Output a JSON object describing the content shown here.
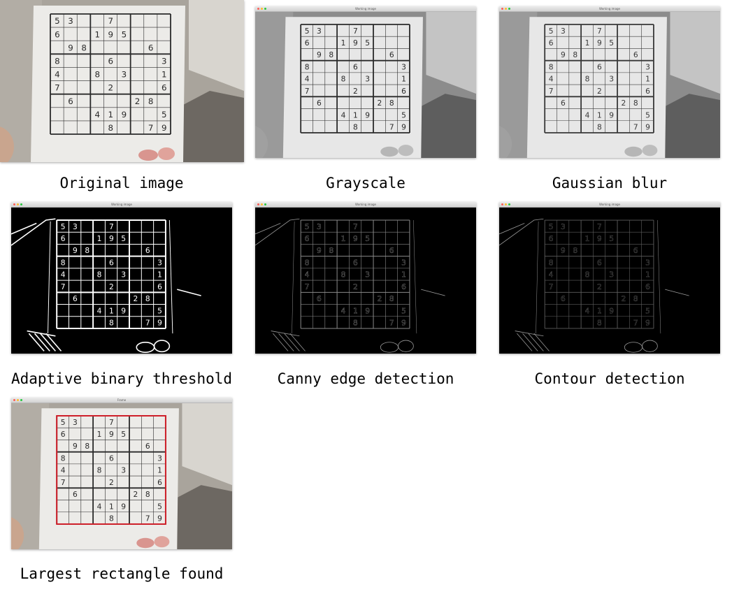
{
  "panels": [
    {
      "caption": "Original image",
      "window_title": ""
    },
    {
      "caption": "Grayscale",
      "window_title": "Working image"
    },
    {
      "caption": "Gaussian blur",
      "window_title": "Working image"
    },
    {
      "caption": "Adaptive binary threshold",
      "window_title": "Working image"
    },
    {
      "caption": "Canny edge detection",
      "window_title": "Working image"
    },
    {
      "caption": "Contour detection",
      "window_title": "Working image"
    },
    {
      "caption": "Largest rectangle found",
      "window_title": "Frame"
    }
  ],
  "sudoku": [
    [
      "5",
      "3",
      "",
      "",
      "7",
      "",
      "",
      "",
      ""
    ],
    [
      "6",
      "",
      "",
      "1",
      "9",
      "5",
      "",
      "",
      ""
    ],
    [
      "",
      "9",
      "8",
      "",
      "",
      "",
      "",
      "6",
      ""
    ],
    [
      "8",
      "",
      "",
      "",
      "6",
      "",
      "",
      "",
      "3"
    ],
    [
      "4",
      "",
      "",
      "8",
      "",
      "3",
      "",
      "",
      "1"
    ],
    [
      "7",
      "",
      "",
      "",
      "2",
      "",
      "",
      "",
      "6"
    ],
    [
      "",
      "6",
      "",
      "",
      "",
      "",
      "2",
      "8",
      ""
    ],
    [
      "",
      "",
      "",
      "4",
      "1",
      "9",
      "",
      "",
      "5"
    ],
    [
      "",
      "",
      "",
      "",
      "8",
      "",
      "",
      "7",
      "9"
    ]
  ],
  "highlight_color": "#d0202a"
}
